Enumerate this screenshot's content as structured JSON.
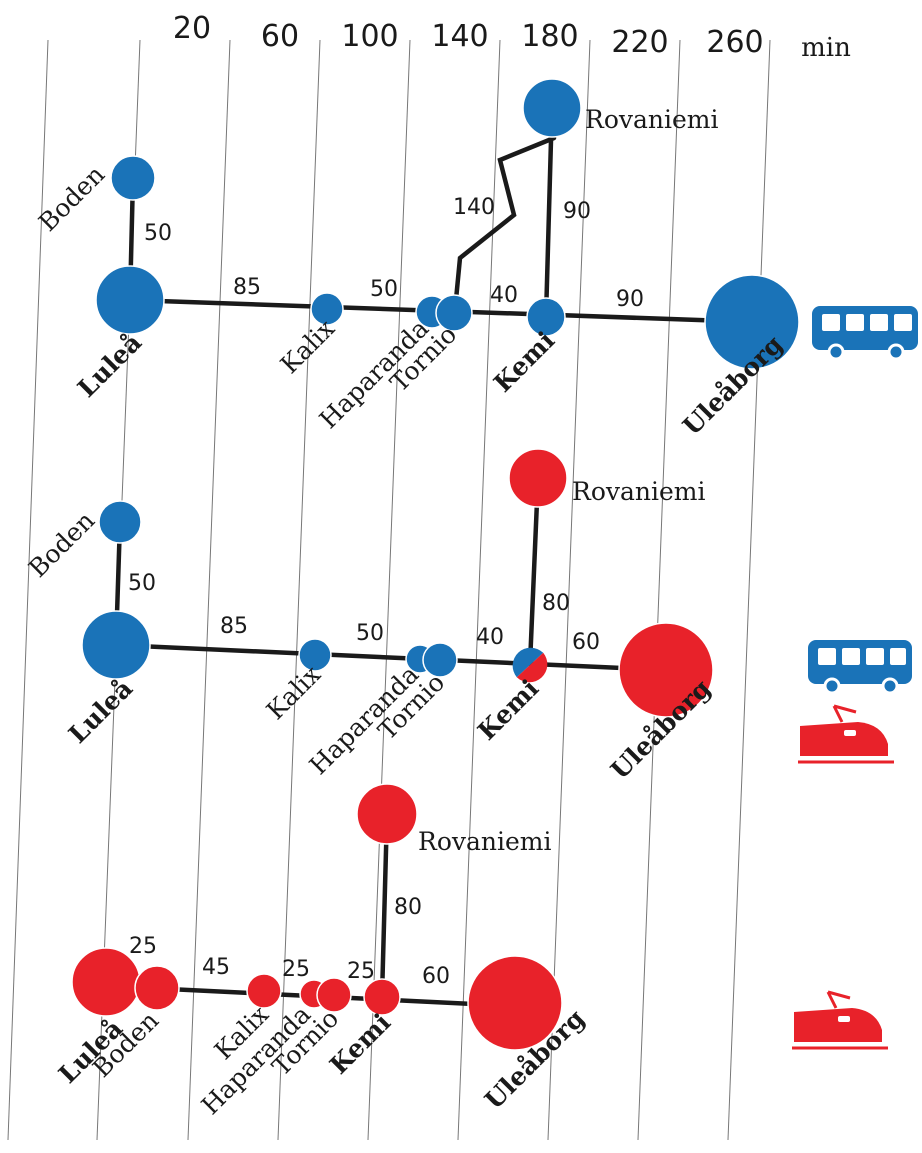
{
  "colors": {
    "bus": "#1a73b8",
    "train": "#e8222a",
    "line": "#1a1a1a",
    "grid": "#777777"
  },
  "axis": {
    "ticks": [
      "20",
      "60",
      "100",
      "140",
      "180",
      "220",
      "260"
    ],
    "unit": "min"
  },
  "panels": [
    {
      "mode_icons": [
        "bus-icon"
      ],
      "stations": [
        {
          "id": "boden",
          "label": "Boden",
          "major": false,
          "color": "bus"
        },
        {
          "id": "lulea",
          "label": "Luleå",
          "major": true,
          "color": "bus"
        },
        {
          "id": "kalix",
          "label": "Kalix",
          "major": false,
          "color": "bus"
        },
        {
          "id": "haparanda",
          "label": "Haparanda",
          "major": false,
          "color": "bus"
        },
        {
          "id": "tornio",
          "label": "Tornio",
          "major": false,
          "color": "bus"
        },
        {
          "id": "kemi",
          "label": "Kemi",
          "major": true,
          "color": "bus"
        },
        {
          "id": "rovaniemi",
          "label": "Rovaniemi",
          "major": false,
          "color": "bus"
        },
        {
          "id": "uleaborg",
          "label": "Uleåborg",
          "major": true,
          "color": "bus"
        }
      ],
      "travel_times": [
        {
          "from": "boden",
          "to": "lulea",
          "minutes": "50"
        },
        {
          "from": "lulea",
          "to": "kalix",
          "minutes": "85"
        },
        {
          "from": "kalix",
          "to": "haparanda",
          "minutes": "50"
        },
        {
          "from": "tornio",
          "to": "kemi",
          "minutes": "40"
        },
        {
          "from": "kemi",
          "to": "uleaborg",
          "minutes": "90"
        },
        {
          "from": "kemi",
          "to": "rovaniemi",
          "minutes": "90"
        },
        {
          "from": "tornio",
          "to": "rovaniemi",
          "minutes": "140"
        }
      ]
    },
    {
      "mode_icons": [
        "bus-icon",
        "train-icon"
      ],
      "stations": [
        {
          "id": "boden",
          "label": "Boden",
          "major": false,
          "color": "bus"
        },
        {
          "id": "lulea",
          "label": "Luleå",
          "major": true,
          "color": "bus"
        },
        {
          "id": "kalix",
          "label": "Kalix",
          "major": false,
          "color": "bus"
        },
        {
          "id": "haparanda",
          "label": "Haparanda",
          "major": false,
          "color": "bus"
        },
        {
          "id": "tornio",
          "label": "Tornio",
          "major": false,
          "color": "bus"
        },
        {
          "id": "kemi",
          "label": "Kemi",
          "major": true,
          "color": "split"
        },
        {
          "id": "rovaniemi",
          "label": "Rovaniemi",
          "major": false,
          "color": "train"
        },
        {
          "id": "uleaborg",
          "label": "Uleåborg",
          "major": true,
          "color": "train"
        }
      ],
      "travel_times": [
        {
          "from": "boden",
          "to": "lulea",
          "minutes": "50"
        },
        {
          "from": "lulea",
          "to": "kalix",
          "minutes": "85"
        },
        {
          "from": "kalix",
          "to": "haparanda",
          "minutes": "50"
        },
        {
          "from": "tornio",
          "to": "kemi",
          "minutes": "40"
        },
        {
          "from": "kemi",
          "to": "rovaniemi",
          "minutes": "80"
        },
        {
          "from": "kemi",
          "to": "uleaborg",
          "minutes": "60"
        }
      ]
    },
    {
      "mode_icons": [
        "train-icon"
      ],
      "stations": [
        {
          "id": "lulea",
          "label": "Luleå",
          "major": true,
          "color": "train"
        },
        {
          "id": "boden",
          "label": "Boden",
          "major": false,
          "color": "train"
        },
        {
          "id": "kalix",
          "label": "Kalix",
          "major": false,
          "color": "train"
        },
        {
          "id": "haparanda",
          "label": "Haparanda",
          "major": false,
          "color": "train"
        },
        {
          "id": "tornio",
          "label": "Tornio",
          "major": false,
          "color": "train"
        },
        {
          "id": "kemi",
          "label": "Kemi",
          "major": true,
          "color": "train"
        },
        {
          "id": "rovaniemi",
          "label": "Rovaniemi",
          "major": false,
          "color": "train"
        },
        {
          "id": "uleaborg",
          "label": "Uleåborg",
          "major": true,
          "color": "train"
        }
      ],
      "travel_times": [
        {
          "from": "lulea",
          "to": "boden",
          "minutes": "25"
        },
        {
          "from": "boden",
          "to": "kalix",
          "minutes": "45"
        },
        {
          "from": "kalix",
          "to": "haparanda",
          "minutes": "25"
        },
        {
          "from": "tornio",
          "to": "kemi",
          "minutes": "25"
        },
        {
          "from": "kemi",
          "to": "rovaniemi",
          "minutes": "80"
        },
        {
          "from": "kemi",
          "to": "uleaborg",
          "minutes": "60"
        }
      ]
    }
  ]
}
